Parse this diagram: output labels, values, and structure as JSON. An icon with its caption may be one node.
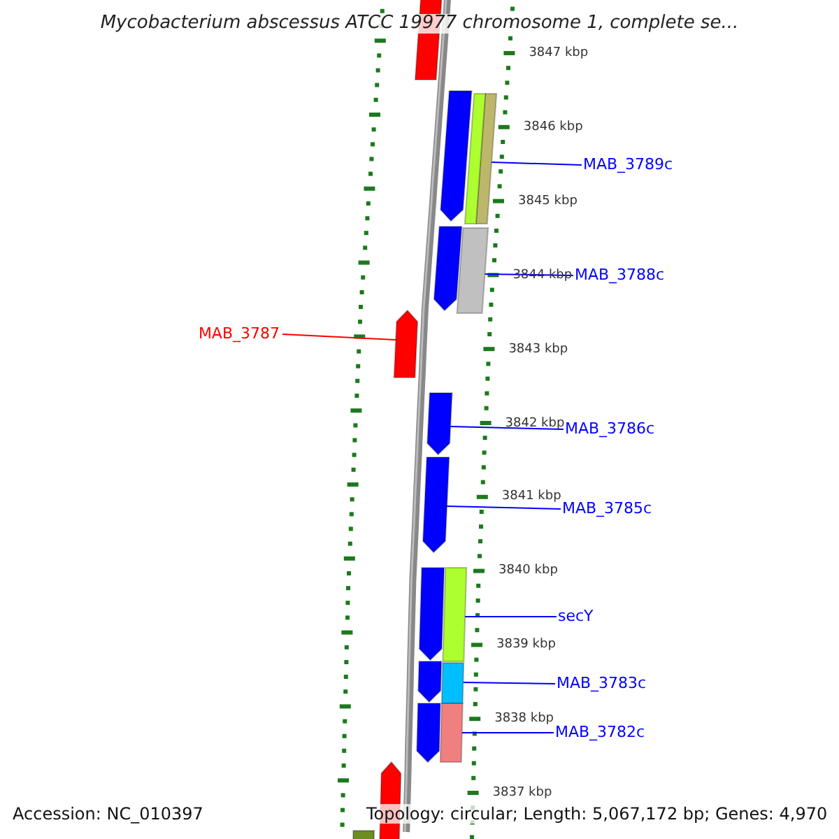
{
  "diagram": {
    "title": "Mycobacterium abscessus ATCC 19977 chromosome 1, complete se...",
    "nodes": [
      {
        "text": [
          "MAB_3789c"
        ]
      },
      {
        "text": [],
        "shape": "bar"
      },
      {
        "text": [
          "MAB_3788c"
        ]
      },
      {
        "text": [],
        "shape": "bar"
      },
      {
        "text": [
          "MAB_3787"
        ]
      },
      {
        "text": [],
        "shape": "arrow"
      },
      {
        "text": [
          "MAB_3786c"
        ]
      },
      {
        "text": [],
        "shape": "arrow"
      },
      {
        "text": [
          "MAB_3785c"
        ]
      },
      {
        "text": [],
        "shape": "arrow"
      },
      {
        "text": [
          "secY"
        ]
      },
      {
        "text": [],
        "shape": "bar"
      },
      {
        "text": [
          "MAB_3783c"
        ]
      },
      {
        "text": [],
        "shape": "bar"
      },
      {
        "text": [
          "MAB_3782c"
        ]
      },
      {
        "text": [],
        "shape": "bar"
      },
      {
        "text": [],
        "shape": "bar"
      },
      {
        "text": [],
        "shape": "arrow"
      },
      {
        "text": [],
        "shape": "bar"
      },
      {
        "text": [],
        "shape": "arrow"
      },
      {
        "text": [],
        "shape": "arrow"
      },
      {
        "text": [],
        "shape": "arrow"
      },
      {
        "text": [],
        "shape": "arrow"
      },
      {
        "text": [],
        "shape": "arrow"
      },
      {
        "text": [],
        "shape": "bar"
      }
    ],
    "edges": [
      {
        "from": 0,
        "to": 1,
        "arrow": "none"
      },
      {
        "from": 2,
        "to": 3,
        "arrow": "none"
      },
      {
        "from": 4,
        "to": 5,
        "arrow": "none",
        "color": "#ff0000"
      },
      {
        "from": 6,
        "to": 7,
        "arrow": "none"
      },
      {
        "from": 8,
        "to": 9,
        "arrow": "none"
      },
      {
        "from": 10,
        "to": 11,
        "arrow": "none"
      },
      {
        "from": 12,
        "to": 13,
        "arrow": "none"
      },
      {
        "from": 14,
        "to": 15,
        "arrow": "none"
      }
    ],
    "labels": [
      "3847 kbp",
      "3846 kbp",
      "3845 kbp",
      "3844 kbp",
      "3843 kbp",
      "3842 kbp",
      "3841 kbp",
      "3840 kbp",
      "3839 kbp",
      "3838 kbp",
      "3837 kbp",
      "Accession: NC_010397",
      "Topology: circular; Length: 5,067,172 bp; Genes: 4,970"
    ]
  }
}
